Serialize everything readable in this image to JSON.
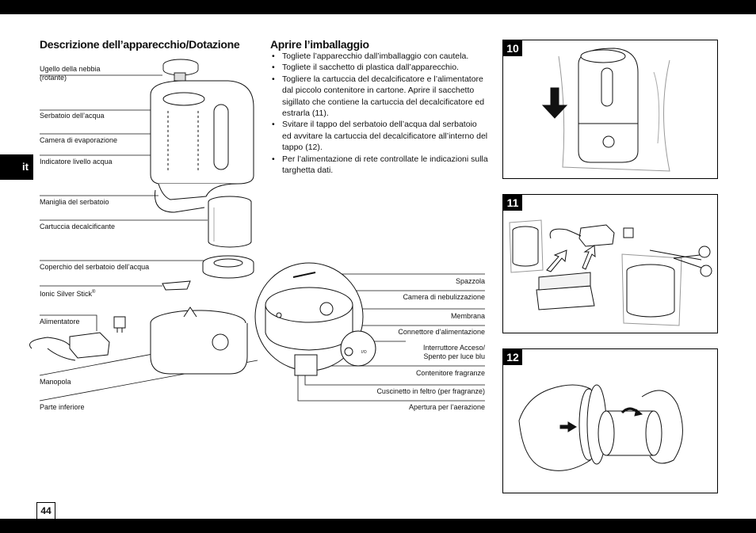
{
  "page": {
    "number": "44",
    "language_tab": "it"
  },
  "left_section": {
    "heading": "Descrizione dell’apparecchio/Dotazione",
    "labels": {
      "nozzle": "Ugello della nebbia (rotante)",
      "tank": "Serbatoio dell’acqua",
      "evap": "Camera di evaporazione",
      "level": "Indicatore livello acqua",
      "handle": "Maniglia del serbatoio",
      "cartridge": "Cartuccia decalcificante",
      "cap": "Coperchio del serbatoio dell’acqua",
      "ionic": "Ionic Silver Stick",
      "ionic_sup": "®",
      "power": "Alimentatore",
      "knob": "Manopola",
      "base": "Parte inferiore"
    },
    "detail_labels": {
      "brush": "Spazzola",
      "nebul": "Camera di nebulizzazione",
      "membrane": "Membrana",
      "connector": "Connettore d’alimentazione",
      "switch": "Interruttore Acceso/ Spento per luce blu",
      "fragrance": "Contenitore fragranze",
      "felt": "Cuscinetto in feltro (per fragranze)",
      "vent": "Apertura per l’aerazione"
    }
  },
  "right_section": {
    "heading": "Aprire l’imballaggio",
    "bullets": [
      "Togliete l’apparecchio dall’imballaggio con cautela.",
      "Togliete il sacchetto di plastica dall’apparecchio.",
      "Togliere la cartuccia del decalcificatore e l’alimentatore dal piccolo contenitore in cartone. Aprire il sacchetto sigillato che contiene la cartuccia del decalcificatore ed estrarla (11).",
      "Svitare il tappo del serbatoio dell’acqua dal serbatoio ed avvitare la cartuccia del decalcificatore all’interno del tappo (12).",
      "Per l’alimentazione di rete controllate le indicazioni sulla targhetta dati."
    ]
  },
  "figures": [
    {
      "number": "10"
    },
    {
      "number": "11"
    },
    {
      "number": "12"
    }
  ],
  "switch_text": "I/O"
}
